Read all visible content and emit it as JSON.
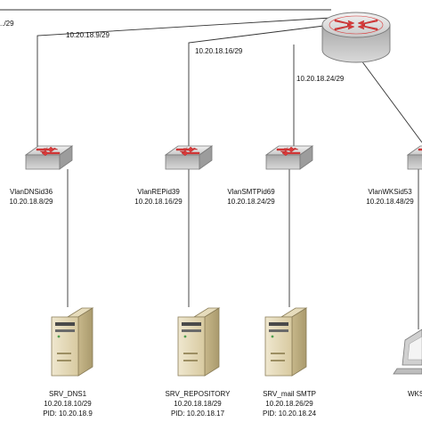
{
  "links": {
    "top_left": "../29",
    "to_dns": "10.20.18.9/29",
    "to_repo": "10.20.18.16/29",
    "to_smtp": "10.20.18.24/29"
  },
  "switches": [
    {
      "name": "VlanDNSid36",
      "subnet": "10.20.18.8/29"
    },
    {
      "name": "VlanREPid39",
      "subnet": "10.20.18.16/29"
    },
    {
      "name": "VlanSMTPid69",
      "subnet": "10.20.18.24/29"
    },
    {
      "name": "VlanWKSid53",
      "subnet": "10.20.18.48/29"
    }
  ],
  "servers": [
    {
      "name": "SRV_DNS1",
      "ip": "10.20.18.10/29",
      "pid": "PID: 10.20.18.9"
    },
    {
      "name": "SRV_REPOSITORY",
      "ip": "10.20.18.18/29",
      "pid": "PID: 10.20.18.17"
    },
    {
      "name": "SRV_mail SMTP",
      "ip": "10.20.18.26/29",
      "pid": "PID: 10.20.18.24"
    },
    {
      "name": "WKS",
      "ip": "",
      "pid": ""
    }
  ],
  "colors": {
    "device_red": "#d93a3a",
    "device_gray": "#c9c9c9",
    "server_beige": "#e8dfc4",
    "line": "#333333"
  },
  "icons": [
    "router-icon",
    "switch-icon",
    "server-icon",
    "workstation-icon"
  ]
}
